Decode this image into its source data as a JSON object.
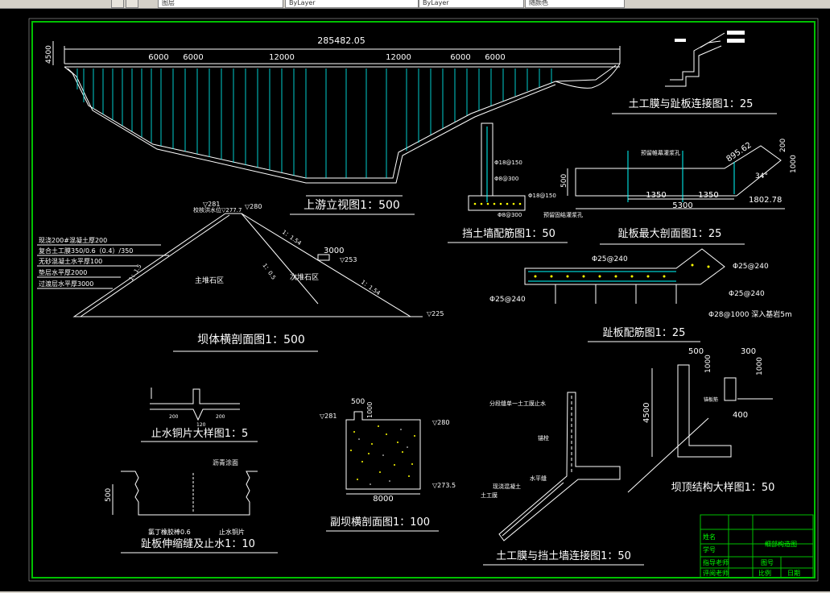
{
  "toolbar": {
    "layer_field": "图层",
    "field_a": "ByLayer",
    "field_b": "ByLayer",
    "field_c": "ByLayer",
    "field_d": "随颜色"
  },
  "drawing": {
    "upstream": {
      "total_dim": "285482.05",
      "left_dim": "4500",
      "segments": [
        "6000",
        "6000",
        "12000",
        "12000",
        "6000",
        "6000"
      ],
      "title": "上游立视图1：500"
    },
    "geomembrane_slab": {
      "title": "土工膜与趾板连接图1：25"
    },
    "retaining_rebar": {
      "title": "挡土墙配筋图1：50",
      "labels": [
        "Φ18@150",
        "Φ8@300",
        "Φ18@150",
        "Φ8@300"
      ]
    },
    "slab_max_section": {
      "title": "趾板最大剖面图1：25",
      "dims": [
        "500",
        "1350",
        "1350",
        "5300",
        "1802.78",
        "895.62",
        "200",
        "1000",
        "34°"
      ],
      "notes": [
        "预留帷幕灌浆孔",
        "预留固结灌浆孔"
      ]
    },
    "cross_section": {
      "title": "坝体横剖面图1：500",
      "legend": [
        "现浇200#混凝土厚200",
        "复合土工膜350/0.6（0.4）/350",
        "无砂混凝土水平厚100",
        "垫层水平厚2000",
        "过渡层水平厚3000"
      ],
      "elev_top": "▽281",
      "elev_crest": "▽280",
      "elev_253": "▽253",
      "elev_225": "▽225",
      "flood_label": "校核洪水位▽277.7",
      "berm": "3000",
      "zone_main": "主堆石区",
      "zone_secondary": "次堆石区",
      "slopes": [
        "1：1.5",
        "1：1.54",
        "1：0.5",
        "1：1.54"
      ]
    },
    "slab_rebar": {
      "title": "趾板配筋图1：25",
      "labels": [
        "Φ25@240",
        "Φ25@240",
        "Φ25@240",
        "Φ25@240",
        "Φ28@1000 深入基岩5m"
      ]
    },
    "copper_detail": {
      "title": "止水铜片大样图1：5",
      "dims": [
        "200",
        "200",
        "120"
      ]
    },
    "slab_joint": {
      "title": "趾板伸缩缝及止水1：10",
      "dim": "500",
      "notes": [
        "沥青涂面",
        "氯丁橡胶棒0.6",
        "止水铜片"
      ]
    },
    "sub_dam": {
      "title": "副坝横剖面图1：100",
      "dims": [
        "500",
        "1000",
        "8000"
      ],
      "elevs": [
        "▽281",
        "▽280",
        "▽273.5"
      ]
    },
    "geomembrane_wall": {
      "title": "土工膜与挡土墙连接图1：50",
      "notes": [
        "分段缝单一土工膜止水",
        "锚栓",
        "水平缝",
        "现浇混凝土",
        "土工膜"
      ]
    },
    "crest_detail": {
      "title": "坝顶结构大样图1：50",
      "dims": [
        "500",
        "1000",
        "4500",
        "300",
        "1000",
        "400"
      ],
      "note": "锚板筋"
    },
    "title_block": {
      "row_labels": [
        "姓名",
        "学号",
        "指导老师",
        "评阅老师"
      ],
      "drawing_name": "细部构造图",
      "fig_no": "图号",
      "scale": "比例",
      "date": "日期"
    }
  }
}
